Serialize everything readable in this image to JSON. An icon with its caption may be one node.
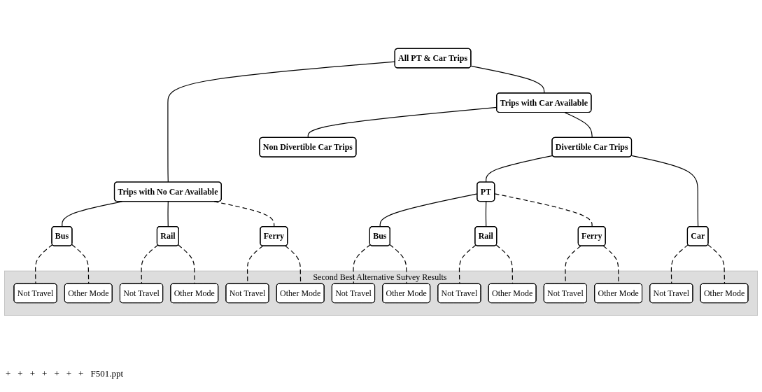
{
  "diagram": {
    "nodes": [
      {
        "text": [
          "All PT & Car Trips"
        ]
      },
      {
        "text": [
          "Trips with No Car Available"
        ]
      },
      {
        "text": [
          "Trips with Car Available"
        ]
      },
      {
        "text": [
          "Divertible Car Trips"
        ]
      },
      {
        "text": [
          "Non Divertible Car Trips"
        ]
      },
      {
        "text": [
          "Bus"
        ]
      },
      {
        "text": [
          "Rail"
        ]
      },
      {
        "text": [
          "Ferry"
        ]
      },
      {
        "text": [
          "PT"
        ]
      },
      {
        "text": [
          "Bus"
        ]
      },
      {
        "text": [
          "Rail"
        ]
      },
      {
        "text": [
          "Ferry"
        ]
      },
      {
        "text": [
          "Car"
        ]
      },
      {
        "text": [
          "Second Best Alternative Survey Results"
        ]
      },
      {
        "text": [
          "Not Travel"
        ],
        "in": 13
      },
      {
        "text": [
          "Other Mode"
        ],
        "in": 13
      },
      {
        "text": [
          "Not Travel"
        ],
        "in": 13
      },
      {
        "text": [
          "Other Mode"
        ],
        "in": 13
      },
      {
        "text": [
          "Not Travel"
        ],
        "in": 13
      },
      {
        "text": [
          "Other Mode"
        ],
        "in": 13
      },
      {
        "text": [
          "Not Travel"
        ],
        "in": 13
      },
      {
        "text": [
          "Other Mode"
        ],
        "in": 13
      },
      {
        "text": [
          "Not Travel"
        ],
        "in": 13
      },
      {
        "text": [
          "Other Mode"
        ],
        "in": 13
      },
      {
        "text": [
          "Not Travel"
        ],
        "in": 13
      },
      {
        "text": [
          "Other Mode"
        ],
        "in": 13
      },
      {
        "text": [
          "Not Travel"
        ],
        "in": 13
      },
      {
        "text": [
          "Other Mode"
        ],
        "in": 13
      }
    ],
    "edges": [
      {
        "from": 0,
        "to": 1,
        "arrow": "none"
      },
      {
        "from": 0,
        "to": 2,
        "arrow": "none"
      },
      {
        "from": 2,
        "to": 3,
        "arrow": "none"
      },
      {
        "from": 2,
        "to": 4,
        "arrow": "none"
      },
      {
        "from": 1,
        "to": 5,
        "arrow": "none"
      },
      {
        "from": 1,
        "to": 6,
        "arrow": "none"
      },
      {
        "from": 1,
        "to": 7,
        "arrow": "none",
        "style": "dashed"
      },
      {
        "from": 3,
        "to": 8,
        "arrow": "none"
      },
      {
        "from": 3,
        "to": 12,
        "arrow": "none"
      },
      {
        "from": 8,
        "to": 9,
        "arrow": "none"
      },
      {
        "from": 8,
        "to": 10,
        "arrow": "none"
      },
      {
        "from": 8,
        "to": 11,
        "arrow": "none",
        "style": "dashed"
      },
      {
        "from": 5,
        "to": 14,
        "arrow": "none",
        "style": "dashed"
      },
      {
        "from": 5,
        "to": 15,
        "arrow": "none",
        "style": "dashed"
      },
      {
        "from": 6,
        "to": 16,
        "arrow": "none",
        "style": "dashed"
      },
      {
        "from": 6,
        "to": 17,
        "arrow": "none",
        "style": "dashed"
      },
      {
        "from": 7,
        "to": 18,
        "arrow": "none",
        "style": "dashed"
      },
      {
        "from": 7,
        "to": 19,
        "arrow": "none",
        "style": "dashed"
      },
      {
        "from": 9,
        "to": 20,
        "arrow": "none",
        "style": "dashed"
      },
      {
        "from": 9,
        "to": 21,
        "arrow": "none",
        "style": "dashed"
      },
      {
        "from": 10,
        "to": 22,
        "arrow": "none",
        "style": "dashed"
      },
      {
        "from": 10,
        "to": 23,
        "arrow": "none",
        "style": "dashed"
      },
      {
        "from": 11,
        "to": 24,
        "arrow": "none",
        "style": "dashed"
      },
      {
        "from": 11,
        "to": 25,
        "arrow": "none",
        "style": "dashed"
      },
      {
        "from": 12,
        "to": 26,
        "arrow": "none",
        "style": "dashed"
      },
      {
        "from": 12,
        "to": 27,
        "arrow": "none",
        "style": "dashed"
      }
    ],
    "labels": [
      "+",
      "+",
      "+",
      "+",
      "+",
      "+",
      "+",
      "F501.ppt"
    ]
  }
}
